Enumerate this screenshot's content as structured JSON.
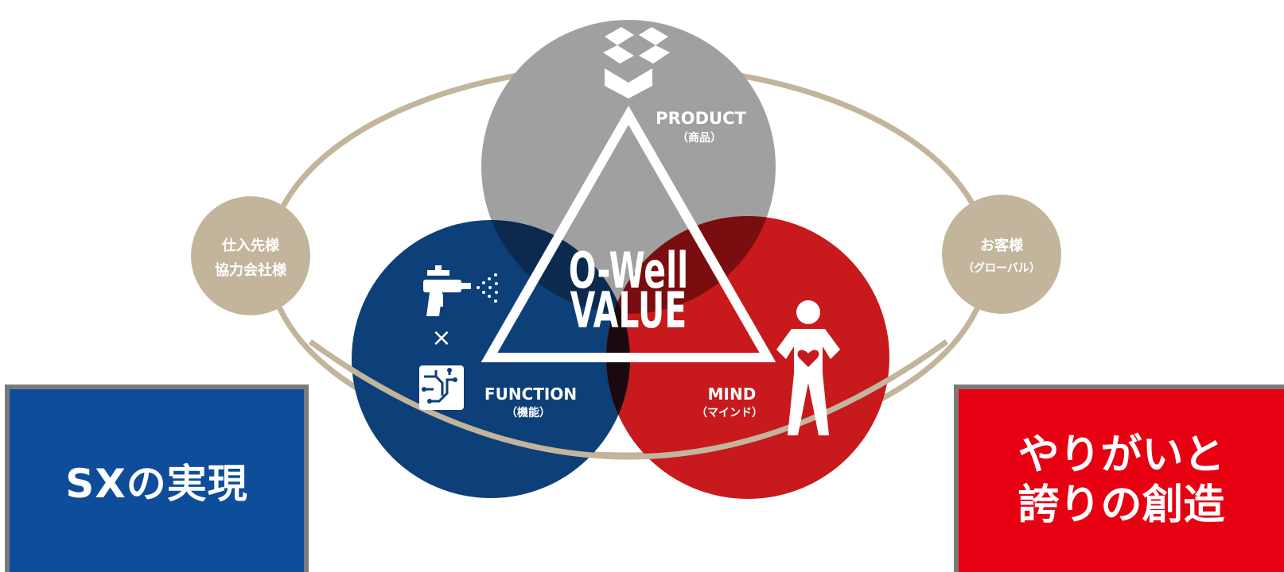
{
  "diagram": {
    "center": {
      "line1": "O-Well",
      "line2": "VALUE"
    },
    "product": {
      "title": "PRODUCT",
      "sub": "（商品）",
      "icon": "open-box-icon"
    },
    "function": {
      "title": "FUNCTION",
      "sub": "（機能）",
      "icons": [
        "spray-gun-icon",
        "circuit-board-icon"
      ],
      "times": "×"
    },
    "mind": {
      "title": "MIND",
      "sub": "（マインド）",
      "icon": "person-heart-icon"
    },
    "left_node": {
      "line1": "仕入先様",
      "line2": "協力会社様"
    },
    "right_node": {
      "line1": "お客様",
      "line2": "（グローバル）"
    }
  },
  "boxes": {
    "left": {
      "text": "SXの実現"
    },
    "right": {
      "line1": "やりがいと",
      "line2": "誇りの創造"
    }
  },
  "colors": {
    "gold": "#c2b59b",
    "gray": "#a0a0a0",
    "navy": "#0d3f78",
    "red": "#c8191c",
    "box_blue": "#0e4d9a",
    "box_red": "#e60012",
    "box_border": "#7a7a7a"
  }
}
